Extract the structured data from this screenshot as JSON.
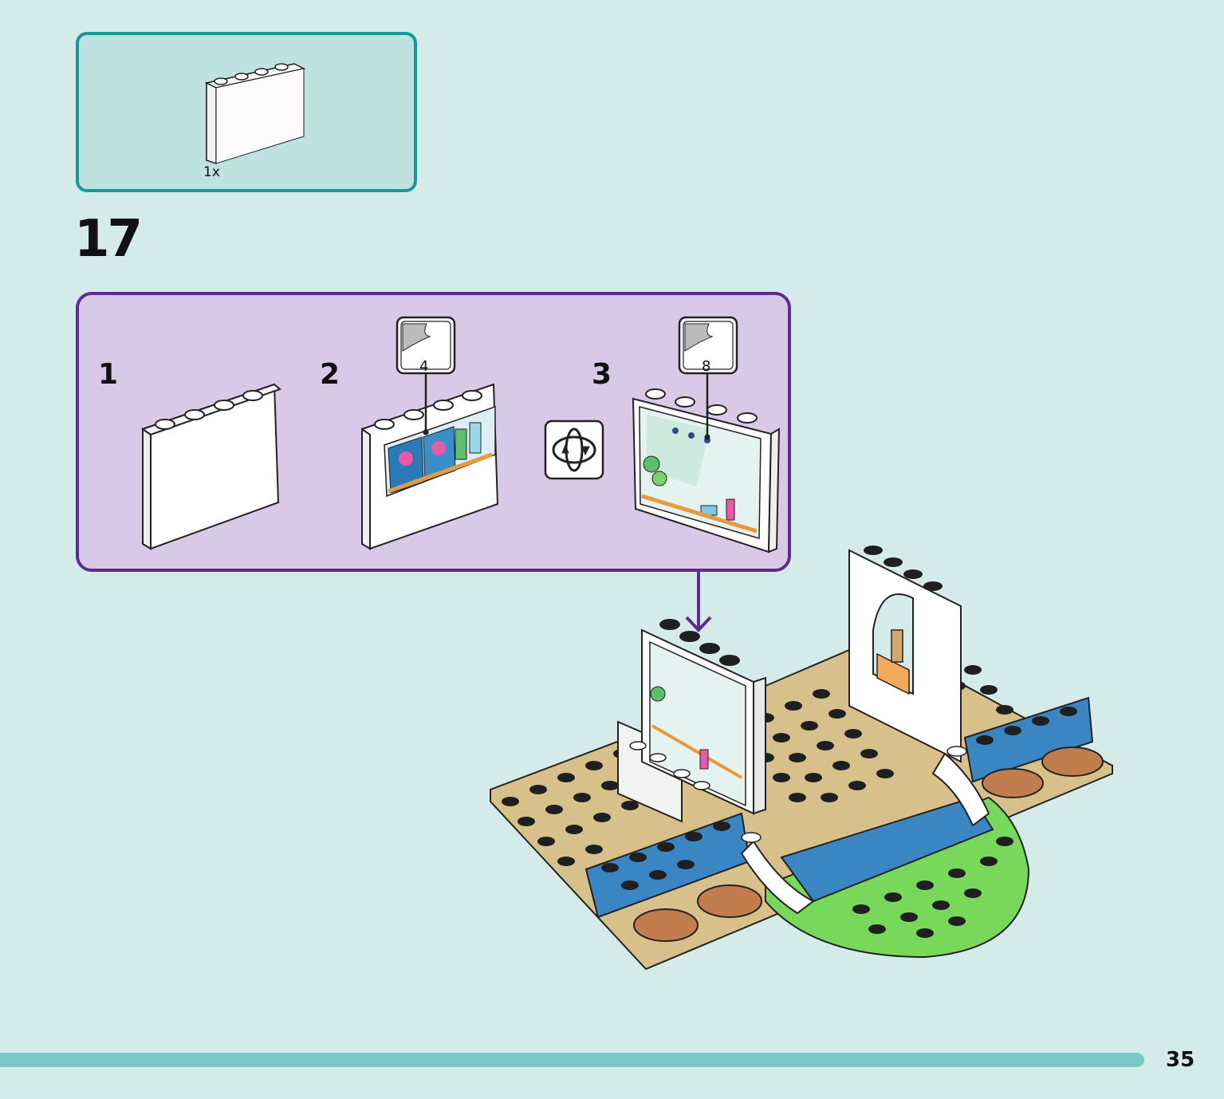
{
  "parts_callout": {
    "quantity_label": "1x",
    "part_name": "white-brick-1x4x3-icon"
  },
  "step": {
    "number": "17"
  },
  "sub_steps": {
    "items": [
      {
        "number": "1"
      },
      {
        "number": "2",
        "sticker_number": "4"
      },
      {
        "number": "3",
        "sticker_number": "8"
      }
    ],
    "rotate_icon": "rotate-model-icon"
  },
  "page": {
    "number": "35"
  },
  "colors": {
    "background": "#d5ebe9",
    "parts_border": "#159a98",
    "sub_border": "#5c2c91",
    "footer_bar": "#7cc8c6"
  }
}
